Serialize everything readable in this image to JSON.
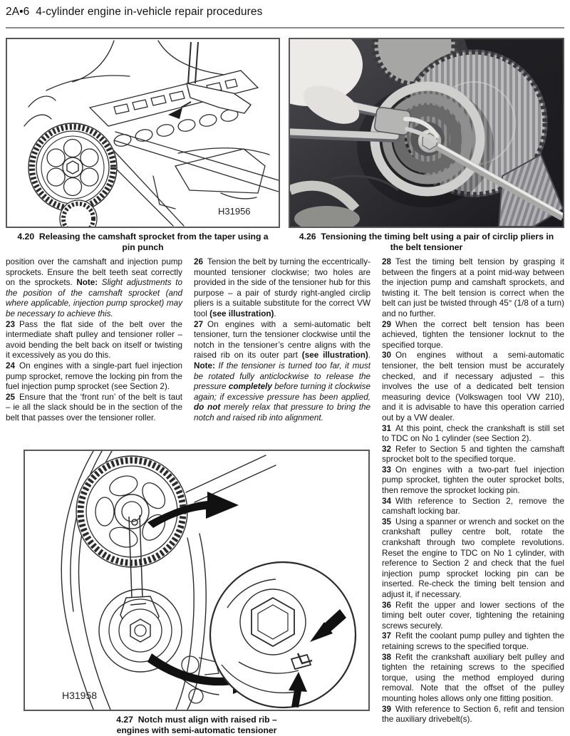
{
  "header": {
    "title": "2A•6  4-cylinder engine in-vehicle repair procedures"
  },
  "figures": {
    "fig420": {
      "caption": "4.20  Releasing the camshaft sprocket from the taper using a pin punch",
      "label": "H31956"
    },
    "fig426": {
      "caption": "4.26  Tensioning the timing belt using a pair of circlip pliers in the belt tensioner"
    },
    "fig427": {
      "caption": "4.27  Notch must align with raised rib – engines with semi-automatic tensioner",
      "label": "H31958"
    }
  },
  "columns": {
    "col1": [
      {
        "num": "",
        "segs": [
          [
            "n",
            "position over the camshaft and injection pump sprockets. Ensure the belt teeth seat correctly on the sprockets. "
          ],
          [
            "b",
            "Note: "
          ],
          [
            "i",
            "Slight adjustments to the position of the camshaft sprocket (and where applicable, injection pump sprocket) may be necessary to achieve this."
          ]
        ]
      },
      {
        "num": "23",
        "segs": [
          [
            "n",
            "Pass the flat side of the belt over the intermediate shaft pulley and tensioner roller – avoid bending the belt back on itself or twisting it excessively as you do this."
          ]
        ]
      },
      {
        "num": "24",
        "segs": [
          [
            "n",
            "On engines with a single-part fuel injection pump sprocket, remove the locking pin from the fuel injection pump sprocket (see Section 2)."
          ]
        ]
      },
      {
        "num": "25",
        "segs": [
          [
            "n",
            "Ensure that the ‘front run’ of the belt is taut – ie all the slack should be in the section of the belt that passes over the tensioner roller."
          ]
        ]
      }
    ],
    "col2": [
      {
        "num": "26",
        "segs": [
          [
            "n",
            "Tension the belt by turning the eccentrically-mounted tensioner clockwise; two holes are provided in the side of the tensioner hub for this purpose – a pair of sturdy right-angled circlip pliers is a suitable substitute for the correct VW tool "
          ],
          [
            "b",
            "(see illustration)"
          ],
          [
            "n",
            "."
          ]
        ]
      },
      {
        "num": "27",
        "segs": [
          [
            "n",
            "On engines with a semi-automatic belt tensioner, turn the tensioner clockwise until the notch in the tensioner’s centre aligns with the raised rib on its outer part "
          ],
          [
            "b",
            "(see illustration)"
          ],
          [
            "n",
            ". "
          ],
          [
            "b",
            "Note: "
          ],
          [
            "i",
            "If the tensioner is turned too far, it must be rotated fully anticlockwise to release the pressure "
          ],
          [
            "bi",
            "completely"
          ],
          [
            "i",
            " before turning it clockwise again; if excessive pressure has been applied, "
          ],
          [
            "bi",
            "do not"
          ],
          [
            "i",
            " merely relax that pressure to bring the notch and raised rib into alignment."
          ]
        ]
      }
    ],
    "col3": [
      {
        "num": "28",
        "segs": [
          [
            "n",
            "Test the timing belt tension by grasping it between the fingers at a point mid-way between the injection pump and camshaft sprockets, and twisting it. The belt tension is correct when the belt can just be twisted through 45° (1/8 of a turn) and no further."
          ]
        ]
      },
      {
        "num": "29",
        "segs": [
          [
            "n",
            "When the correct belt tension has been achieved, tighten the tensioner locknut to the specified torque."
          ]
        ]
      },
      {
        "num": "30",
        "segs": [
          [
            "n",
            "On engines without a semi-automatic tensioner, the belt tension must be accurately checked, and if necessary adjusted – this involves the use of a dedicated belt tension measuring device (Volkswagen tool VW 210), and it is advisable to have this operation carried out by a VW dealer."
          ]
        ]
      },
      {
        "num": "31",
        "segs": [
          [
            "n",
            "At this point, check the crankshaft is still set to TDC on No 1 cylinder (see Section 2)."
          ]
        ]
      },
      {
        "num": "32",
        "segs": [
          [
            "n",
            "Refer to Section 5 and tighten the camshaft sprocket bolt to the specified torque."
          ]
        ]
      },
      {
        "num": "33",
        "segs": [
          [
            "n",
            "On engines with a two-part fuel injection pump sprocket, tighten the outer sprocket bolts, then remove the sprocket locking pin."
          ]
        ]
      },
      {
        "num": "34",
        "segs": [
          [
            "n",
            "With reference to Section 2, remove the camshaft locking bar."
          ]
        ]
      },
      {
        "num": "35",
        "segs": [
          [
            "n",
            "Using a spanner or wrench and socket on the crankshaft pulley centre bolt, rotate the crankshaft through two complete revolutions. Reset the engine to TDC on No 1 cylinder, with reference to Section 2 and check that the fuel injection pump sprocket locking pin can be inserted. Re-check the timing belt tension and adjust it, if necessary."
          ]
        ]
      },
      {
        "num": "36",
        "segs": [
          [
            "n",
            "Refit the upper and lower sections of the timing belt outer cover, tightening the retaining screws securely."
          ]
        ]
      },
      {
        "num": "37",
        "segs": [
          [
            "n",
            "Refit the coolant pump pulley and tighten the retaining screws to the specified torque."
          ]
        ]
      },
      {
        "num": "38",
        "segs": [
          [
            "n",
            "Refit the crankshaft auxiliary belt pulley and tighten the retaining screws to the specified torque, using the method employed during removal. Note that the offset of the pulley mounting holes allows only one fitting position."
          ]
        ]
      },
      {
        "num": "39",
        "segs": [
          [
            "n",
            "With reference to Section 6, refit and tension the auxiliary drivebelt(s)."
          ]
        ]
      }
    ]
  }
}
